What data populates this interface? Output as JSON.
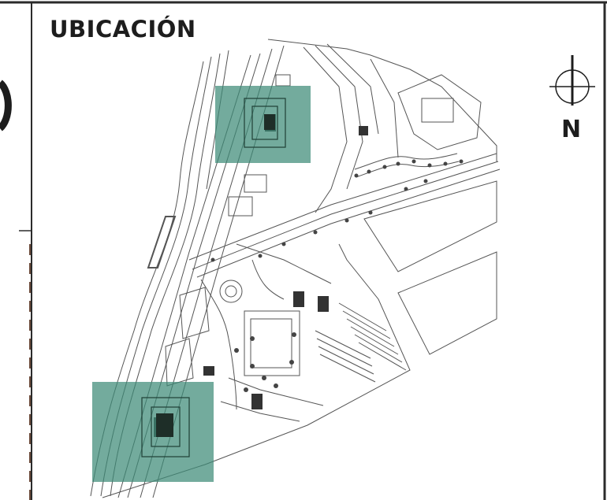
{
  "header": {
    "title": "UBICACIÓN"
  },
  "compass": {
    "label": "N"
  },
  "colors": {
    "border": "#2b2b2b",
    "highlight": "#3d8a77",
    "lines": "#555555",
    "heading": "#1d1d1d"
  },
  "plan": {
    "highlighted_buildings": 2
  }
}
